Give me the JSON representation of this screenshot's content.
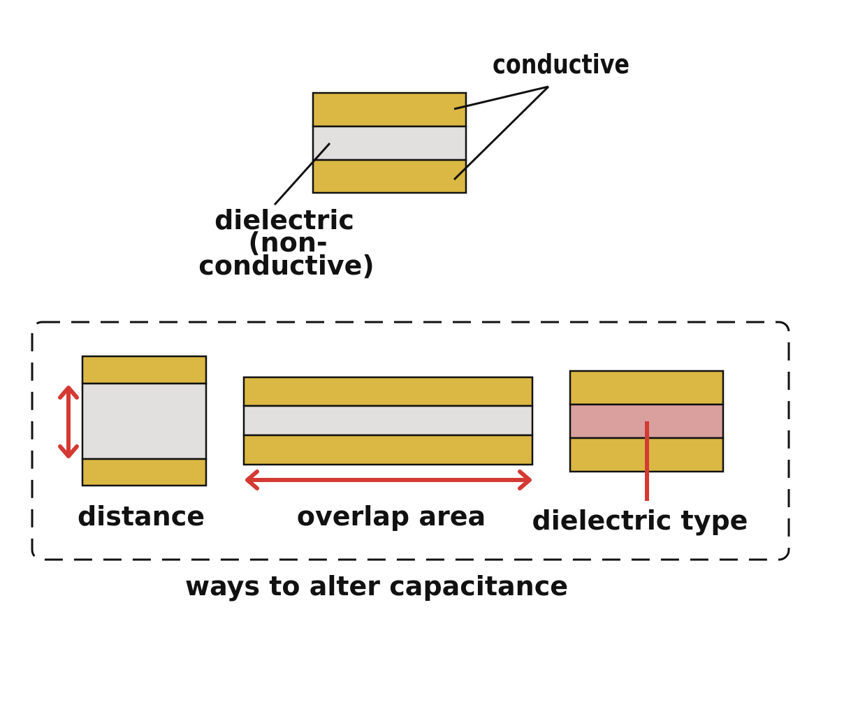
{
  "colors": {
    "conductive": "#dbb843",
    "dielectric": "#e2dfdf",
    "dielectric_alt": "#d9a09d",
    "accent": "#d43a33",
    "outline": "#111111"
  },
  "top_diagram": {
    "conductive_label": "conductive",
    "dielectric_label_line1": "dielectric",
    "dielectric_label_line2": "(non-",
    "dielectric_label_line3": "conductive)"
  },
  "ways_panel": {
    "caption": "ways to alter capacitance",
    "items": [
      {
        "label": "distance"
      },
      {
        "label": "overlap area"
      },
      {
        "label": "dielectric type"
      }
    ]
  }
}
